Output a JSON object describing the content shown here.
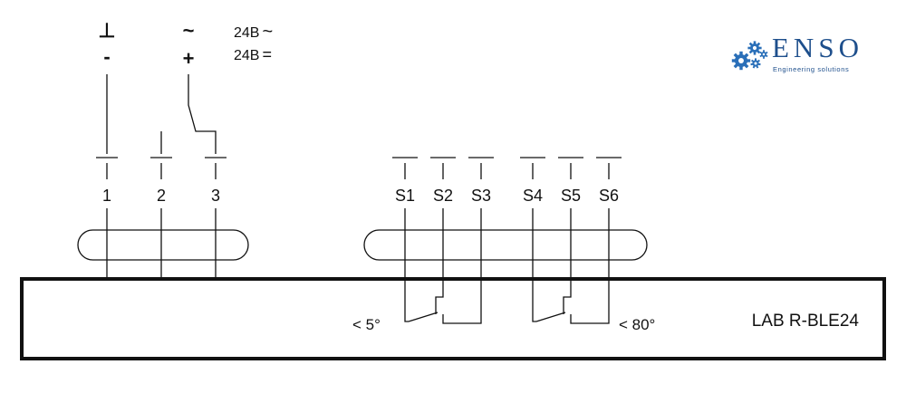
{
  "power": {
    "col1_top": "⊥",
    "col1_bottom": "-",
    "col2_top": "~",
    "col2_bottom": "+",
    "ac_label": "24B",
    "ac_symbol": "~",
    "dc_label": "24B",
    "dc_symbol": "="
  },
  "terminals": [
    "1",
    "2",
    "3"
  ],
  "switch_terminals": [
    "S1",
    "S2",
    "S3",
    "S4",
    "S5",
    "S6"
  ],
  "switch1_angle": "< 5°",
  "switch2_angle": "< 80°",
  "device_model": "LAB R-BLE24",
  "logo": {
    "name": "ENSO",
    "tagline": "Engineering solutions",
    "gear_color": "#2a6fb8",
    "text_color": "#1e4f8c"
  }
}
